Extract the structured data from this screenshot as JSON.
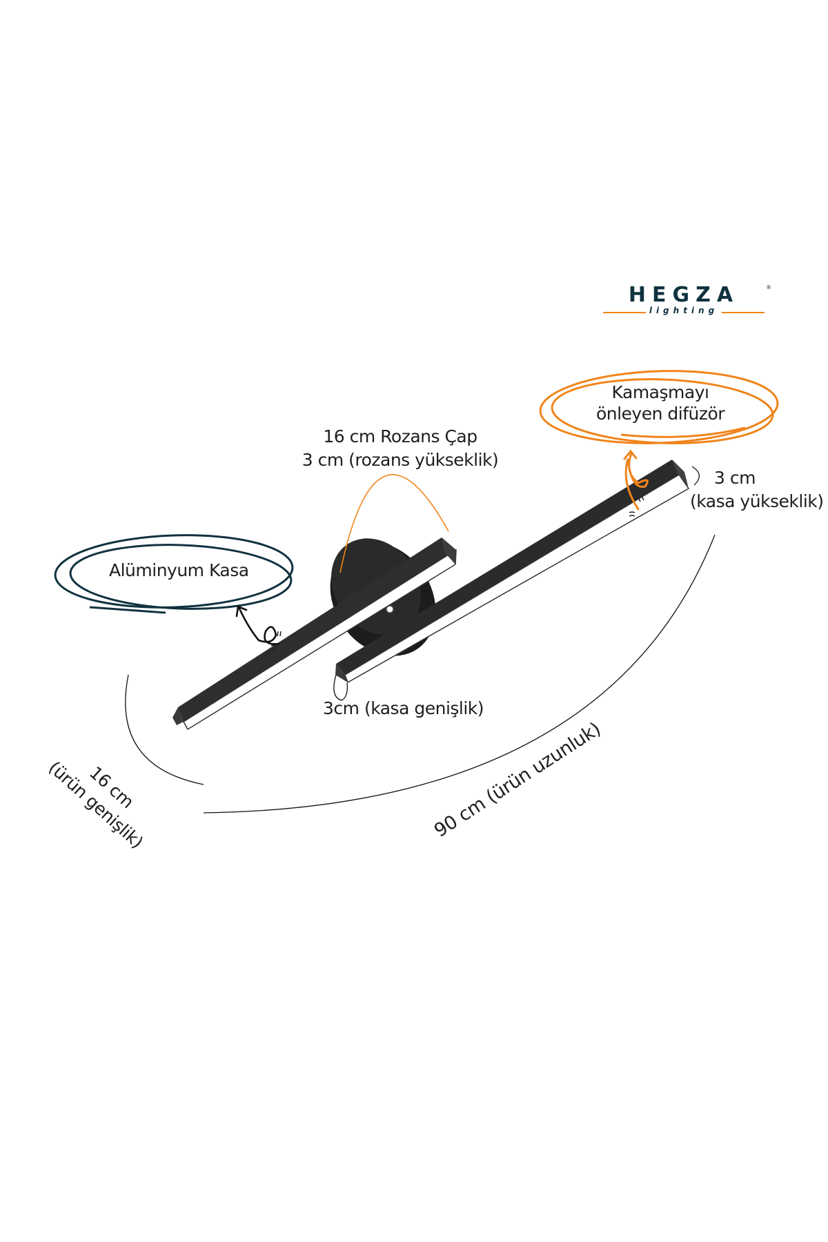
{
  "brand": {
    "name": "HEGZA",
    "tagline": "lighting",
    "registered_mark": "®",
    "colors": {
      "primary": "#10323f",
      "accent": "#f0841a"
    }
  },
  "annotations": {
    "diffuser": {
      "line1": "Kamaşmayı",
      "line2": "önleyen difüzör",
      "color": "#f0841a"
    },
    "canopy": {
      "line1": "16 cm Rozans Çap",
      "line2": "3 cm (rozans yükseklik)"
    },
    "body_height": {
      "line1": "3 cm",
      "line2": "(kasa yükseklik)"
    },
    "body_material": {
      "text": "Alüminyum Kasa",
      "color": "#10323f"
    },
    "body_width": {
      "text": "3cm (kasa genişlik)"
    },
    "product_width": {
      "line1": "16 cm",
      "line2": "(ürün genişlik)"
    },
    "product_length": {
      "text": "90 cm (ürün uzunluk)"
    }
  },
  "product": {
    "type": "double-bar LED ceiling lamp",
    "body_color": "#2b2b2b",
    "diffuser_color": "#ffffff"
  }
}
